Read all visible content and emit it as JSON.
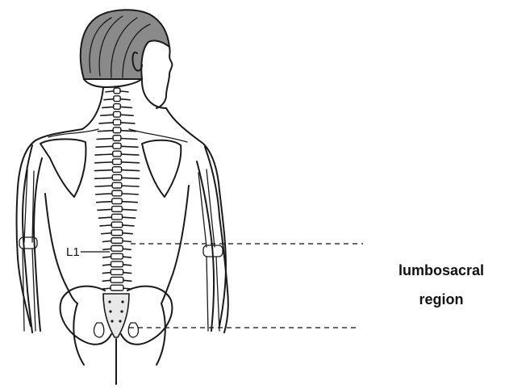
{
  "labels": {
    "vertebra": "L1",
    "region_line1": "lumbosacral",
    "region_line2": "region"
  }
}
